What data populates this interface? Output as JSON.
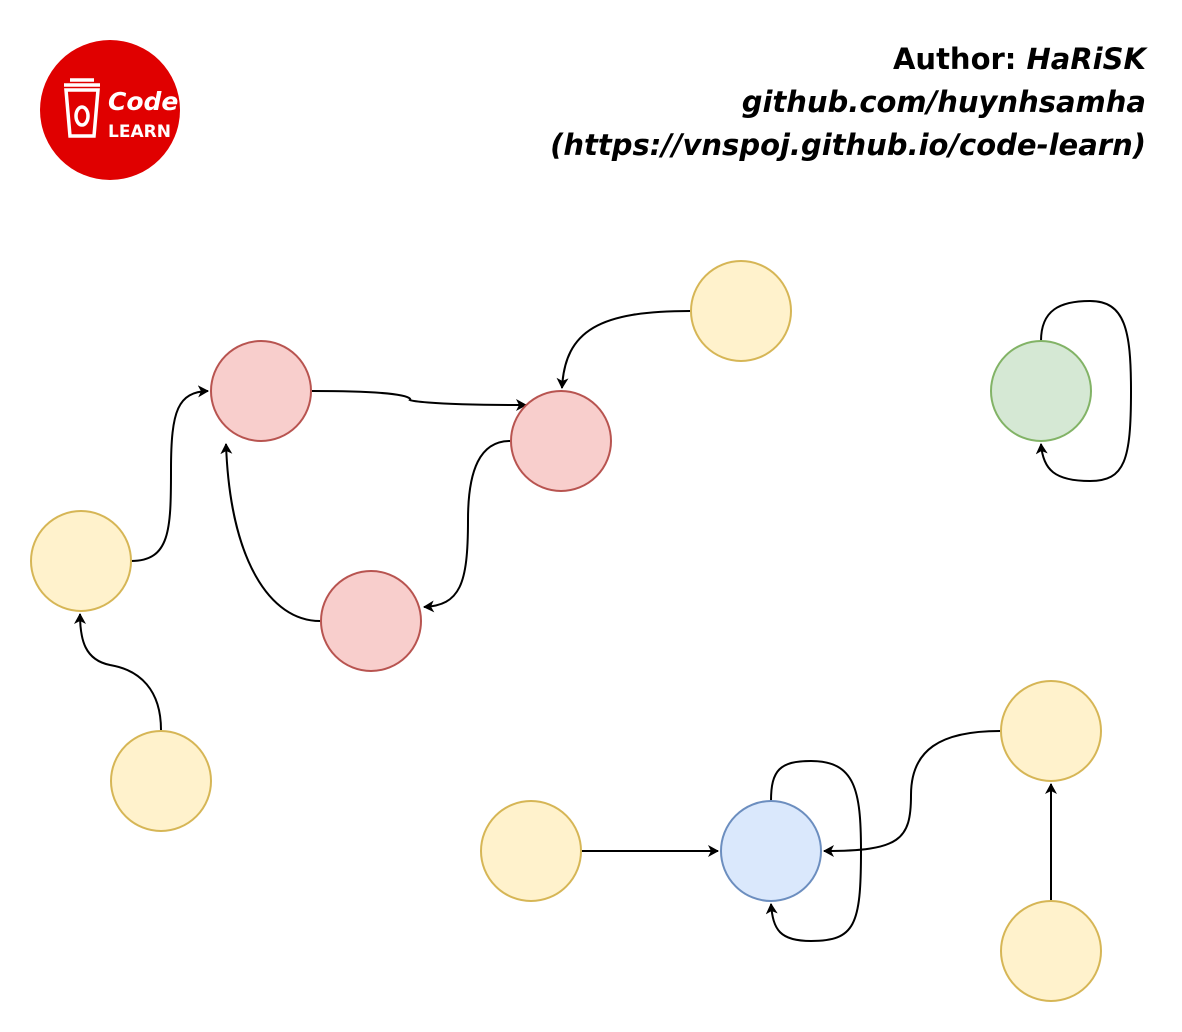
{
  "logo": {
    "line1": "Code",
    "line2": "LEARN",
    "color": "#e00000"
  },
  "author": {
    "label": "Author:",
    "name": "HaRiSK",
    "github": "github.com/huynhsamha",
    "website": "(https://vnspoj.github.io/code-learn)"
  },
  "colors": {
    "yellow_fill": "#fff2cc",
    "yellow_stroke": "#d6b656",
    "red_fill": "#f8cecc",
    "red_stroke": "#b85450",
    "green_fill": "#d5e8d4",
    "green_stroke": "#82b366",
    "blue_fill": "#dae8fc",
    "blue_stroke": "#6c8ebf"
  }
}
